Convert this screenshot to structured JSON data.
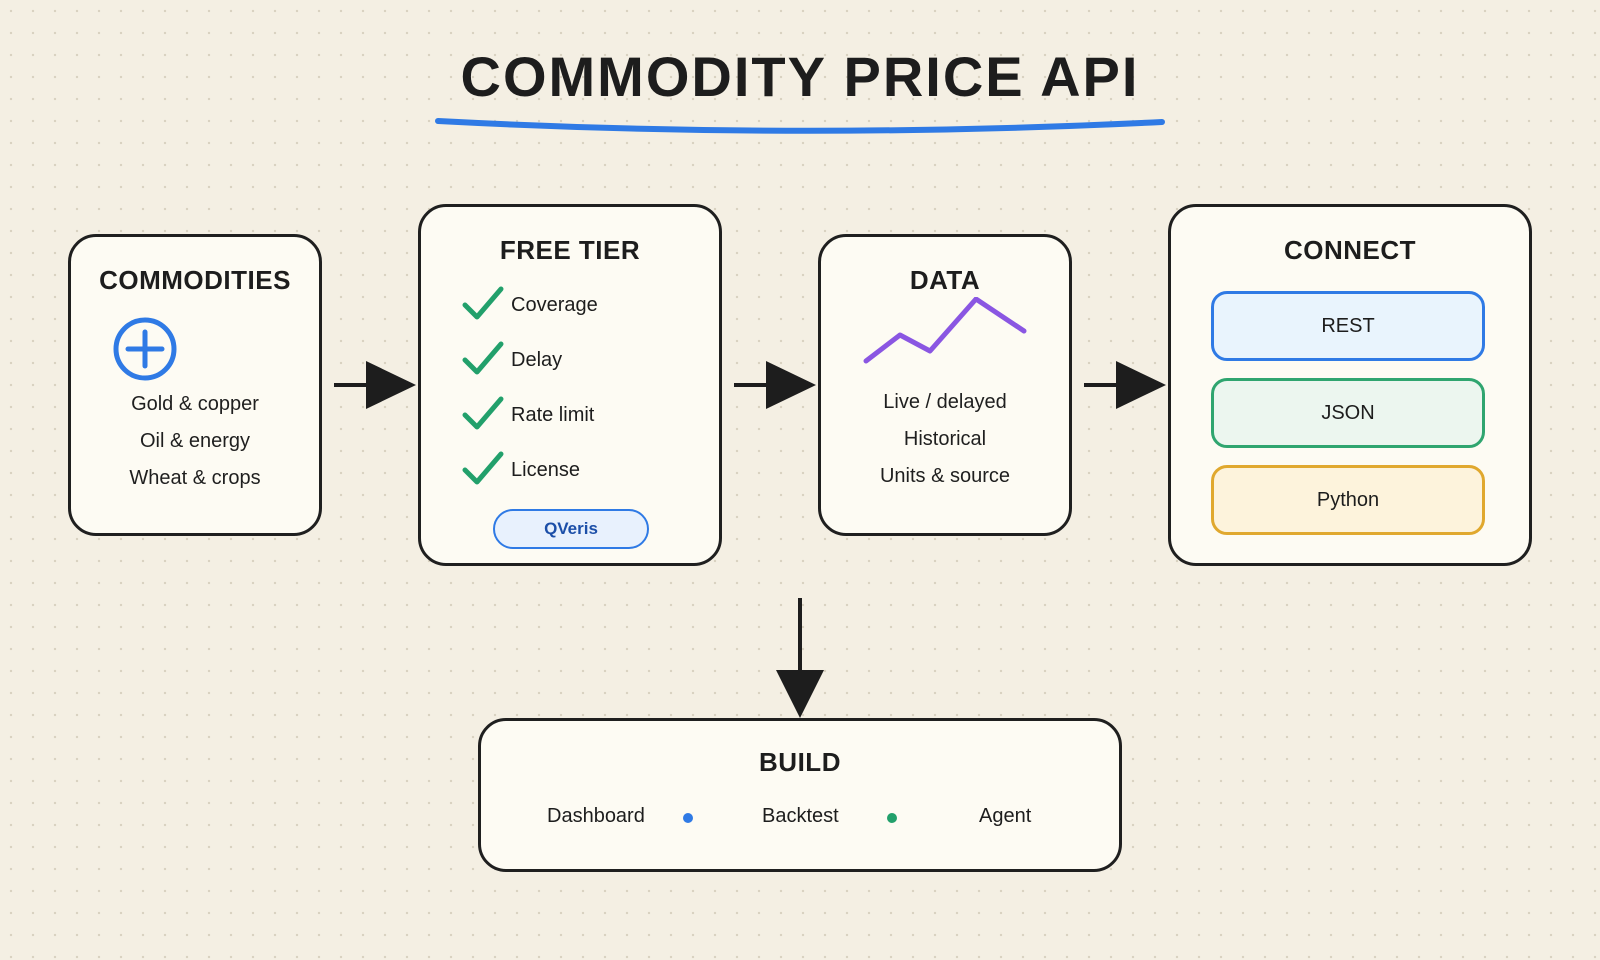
{
  "title": "COMMODITY PRICE API",
  "colors": {
    "accent_blue": "#2f7ae5",
    "check_green": "#22a06b",
    "chart_purple": "#8a56e2",
    "rest_bg": "#e9f4fd",
    "json_border": "#2fa56f",
    "json_bg": "#ecf6ef",
    "python_border": "#e0a82e",
    "python_bg": "#fdf3dc"
  },
  "commodities": {
    "title": "COMMODITIES",
    "icon": "plus-circle-icon",
    "items": [
      "Gold & copper",
      "Oil & energy",
      "Wheat & crops"
    ]
  },
  "free_tier": {
    "title": "FREE TIER",
    "checks": [
      "Coverage",
      "Delay",
      "Rate limit",
      "License"
    ],
    "badge": "QVeris"
  },
  "data": {
    "title": "DATA",
    "icon": "line-chart-icon",
    "items": [
      "Live / delayed",
      "Historical",
      "Units & source"
    ]
  },
  "connect": {
    "title": "CONNECT",
    "options": [
      "REST",
      "JSON",
      "Python"
    ]
  },
  "build": {
    "title": "BUILD",
    "items": [
      "Dashboard",
      "Backtest",
      "Agent"
    ]
  }
}
